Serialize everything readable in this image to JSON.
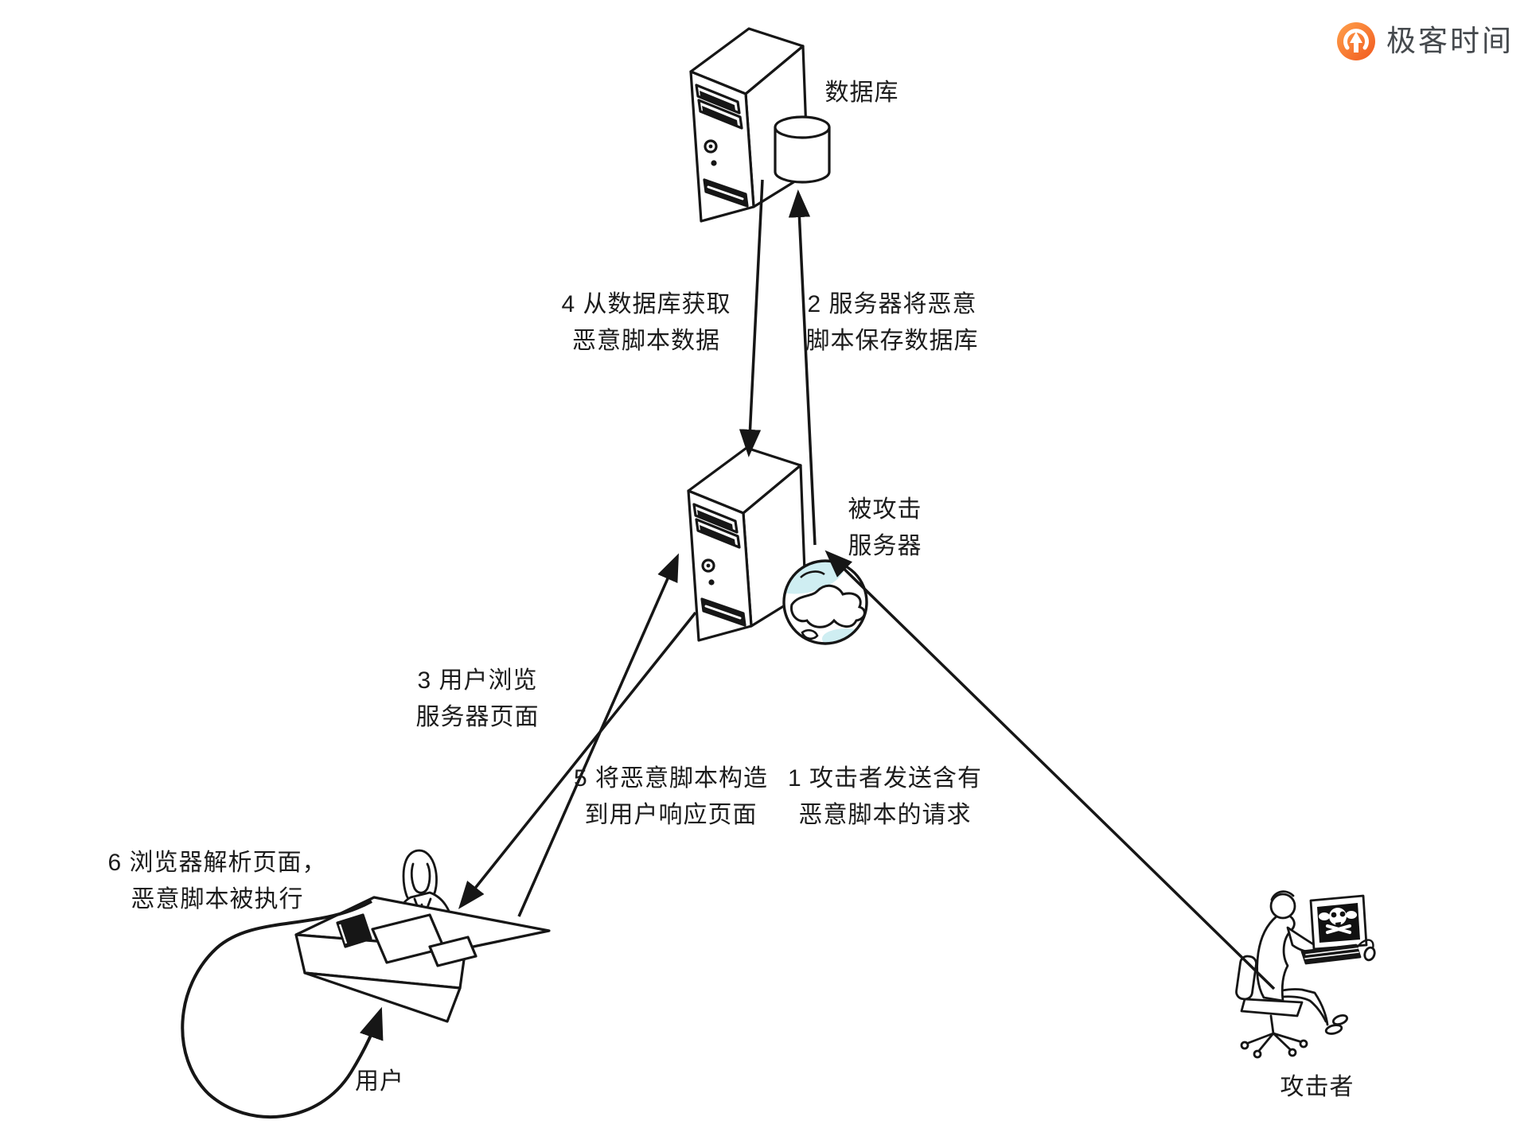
{
  "logo": {
    "brand": "极客时间"
  },
  "nodes": {
    "database": {
      "label": "数据库"
    },
    "attacked_server": {
      "line1": "被攻击",
      "line2": "服务器"
    },
    "user": {
      "label": "用户"
    },
    "attacker": {
      "label": "攻击者"
    }
  },
  "steps": {
    "s1": {
      "line1": "1 攻击者发送含有",
      "line2": "恶意脚本的请求"
    },
    "s2": {
      "line1": "2 服务器将恶意",
      "line2": "脚本保存数据库"
    },
    "s3": {
      "line1": "3 用户浏览",
      "line2": "服务器页面"
    },
    "s4": {
      "line1": "4 从数据库获取",
      "line2": "恶意脚本数据"
    },
    "s5": {
      "line1": "5 将恶意脚本构造",
      "line2": "到用户响应页面"
    },
    "s6": {
      "line1": "6 浏览器解析页面，",
      "line2": "恶意脚本被执行"
    }
  },
  "colors": {
    "ink": "#1c1c1c",
    "globe_tint": "#cfeef2",
    "logo_orange_start": "#ffa14b",
    "logo_orange_end": "#f1591f",
    "logo_text": "#45494d"
  }
}
